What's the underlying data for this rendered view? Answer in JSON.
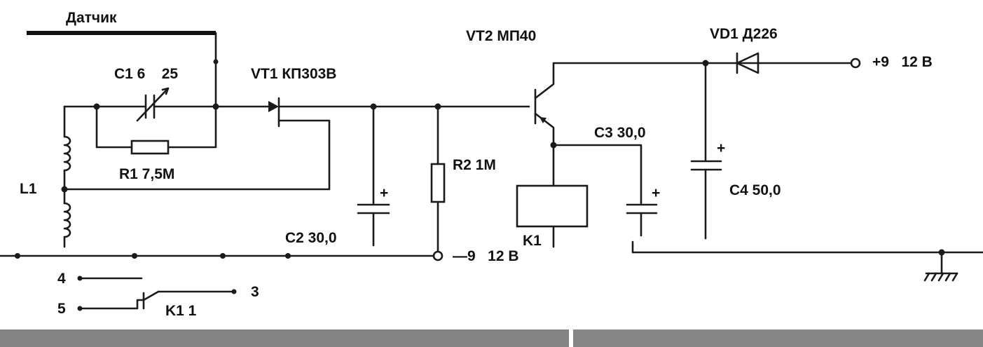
{
  "labels": {
    "sensor": "Датчик",
    "c1": "C1 6    25",
    "vt1": "VT1 КП303В",
    "vt2": "VT2 МП40",
    "vd1": "VD1 Д226",
    "plus_supply": "+9   12 В",
    "r1": "R1 7,5M",
    "l1": "L1",
    "r2": "R2 1M",
    "c3": "C3 30,0",
    "c4": "C4 50,0",
    "c2": "C2 30,0",
    "minus_supply": "—9   12 В",
    "k1_coil": "K1",
    "k1_contact": "K1 1",
    "pin4": "4",
    "pin5": "5",
    "pin3": "3",
    "plus_c2": "+",
    "plus_c3": "+",
    "plus_c4": "+"
  }
}
